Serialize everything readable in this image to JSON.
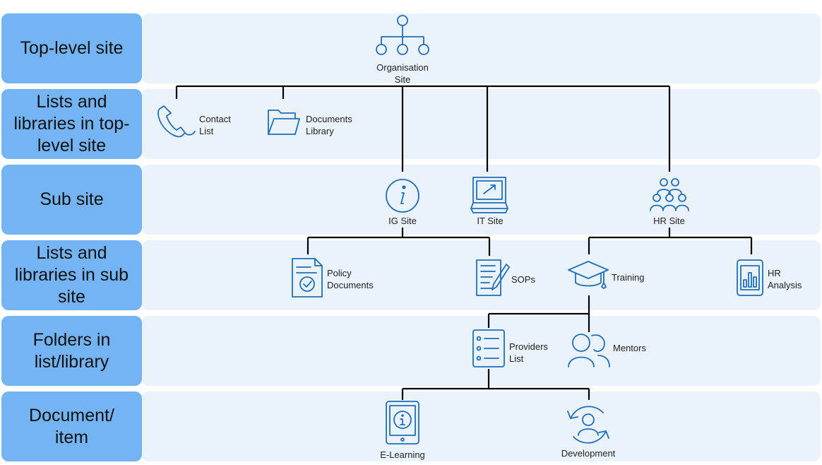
{
  "colors": {
    "label_bg": "#74b4f4",
    "band_bg": "#eaf3fb",
    "icon": "#1f6fb8",
    "line": "#000000"
  },
  "levels": [
    {
      "label": "Top-level site"
    },
    {
      "label": "Lists and libraries in top-level site"
    },
    {
      "label": "Sub site"
    },
    {
      "label": "Lists and libraries in sub site"
    },
    {
      "label": "Folders in list/library"
    },
    {
      "label": "Document/ item"
    }
  ],
  "nodes": {
    "organisation": {
      "label": "Organisation Site",
      "icon": "hierarchy-icon"
    },
    "contact_list": {
      "label": "Contact List",
      "icon": "phone-icon"
    },
    "documents_library": {
      "label": "Documents Library",
      "icon": "folder-icon"
    },
    "ig_site": {
      "label": "IG Site",
      "icon": "info-icon"
    },
    "it_site": {
      "label": "IT Site",
      "icon": "laptop-icon"
    },
    "hr_site": {
      "label": "HR Site",
      "icon": "people-group-icon"
    },
    "policy_documents": {
      "label": "Policy Documents",
      "icon": "document-check-icon"
    },
    "sops": {
      "label": "SOPs",
      "icon": "document-pen-icon"
    },
    "training": {
      "label": "Training",
      "icon": "graduation-cap-icon"
    },
    "hr_analysis": {
      "label": "HR Analysis",
      "icon": "bar-chart-icon"
    },
    "providers_list": {
      "label": "Providers List",
      "icon": "checklist-icon"
    },
    "mentors": {
      "label": "Mentors",
      "icon": "two-people-icon"
    },
    "e_learning": {
      "label": "E-Learning",
      "icon": "tablet-info-icon"
    },
    "development": {
      "label": "Development",
      "icon": "person-cycle-icon"
    }
  }
}
